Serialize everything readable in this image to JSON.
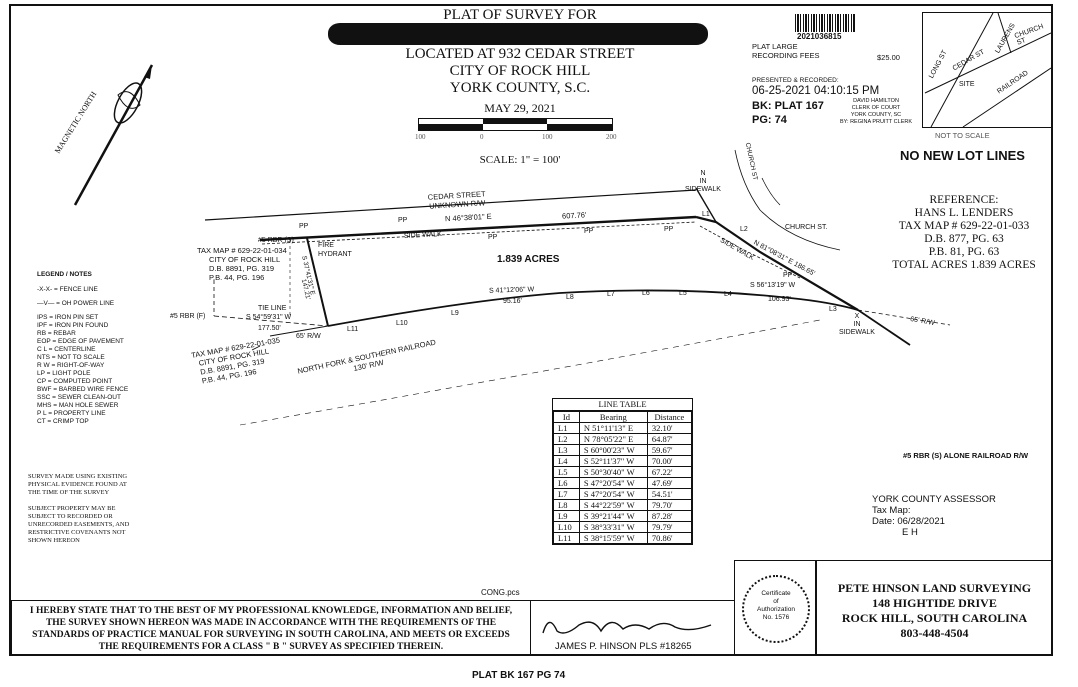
{
  "header": {
    "title": "PLAT OF SURVEY FOR",
    "location": "LOCATED AT 932 CEDAR STREET",
    "city": "CITY OF ROCK HILL",
    "county": "YORK COUNTY, S.C.",
    "date": "MAY 29, 2021",
    "scale": "SCALE: 1\" = 100'",
    "scale_ticks": [
      "100",
      "0",
      "100",
      "200"
    ]
  },
  "recording": {
    "barcode_number": "2021036815",
    "fees_label_1": "PLAT LARGE",
    "fees_label_2": "RECORDING FEES",
    "fee": "$25.00",
    "presented": "PRESENTED & RECORDED:",
    "datetime": "06-25-2021 04:10:15 PM",
    "book": "BK: PLAT 167",
    "page": "PG: 74",
    "clerk_name": "DAVID HAMILTON",
    "clerk_title": "CLERK OF COURT",
    "clerk_county": "YORK COUNTY, SC",
    "clerk_by": "BY: REGINA PRUITT CLERK"
  },
  "vicinity": {
    "streets": [
      "LAURENS",
      "CHURCH ST",
      "LONG ST",
      "CEDAR ST",
      "SITE",
      "RAILROAD"
    ],
    "not_to_scale": "NOT TO SCALE"
  },
  "notice": "NO NEW LOT LINES",
  "reference": {
    "lines": [
      "REFERENCE:",
      "HANS L. LENDERS",
      "TAX MAP # 629-22-01-033",
      "D.B. 877, PG. 63",
      "P.B. 81, PG. 63",
      "TOTAL ACRES 1.839 ACRES"
    ]
  },
  "north": {
    "label": "MAGNETIC NORTH"
  },
  "plat": {
    "street": "CEDAR STREET",
    "street_rw": "UNKNOWN R/W",
    "acres": "1.839 ACRES",
    "front_bearing": "N 46°38'01\" E",
    "front_distance": "607.76'",
    "side_walk": "SIDE WALK",
    "pp": "PP",
    "rbr_s": "#5 RBR (S)",
    "fire_hydrant_1": "FIRE",
    "fire_hydrant_2": "HYDRANT",
    "west_bearing": "S 37°41'31\" E",
    "west_distance": "147.21'",
    "tie_line": "TIE LINE",
    "tie_bearing": "S 54°59'31\" W",
    "tie_distance": "177.50'",
    "rbr_f": "#5 RBR (F)",
    "rw65": "65' R/W",
    "rail_bearing": "S 41°12'06\" W",
    "rail_distance": "95.16'",
    "rail_bearing_2": "S 56°13'19\" W",
    "rail_distance_2": "106.93'",
    "east_bearing": "N 81°08'31\" E",
    "east_distance": "186.65'",
    "railroad_1": "NORTH FORK & SOUTHERN RAILROAD",
    "railroad_2": "130' R/W",
    "church": "CHURCH ST.",
    "n_sidewalk_1": "N",
    "n_sidewalk_2": "IN",
    "n_sidewalk_3": "SIDEWALK",
    "x_sidewalk_1": "X",
    "x_sidewalk_2": "IN",
    "x_sidewalk_3": "SIDEWALK",
    "rw65_east": "65' R/W",
    "segment_labels": [
      "L1",
      "L2",
      "L3",
      "L4",
      "L5",
      "L6",
      "L7",
      "L8",
      "L9",
      "L10",
      "L11"
    ],
    "church_st_vertical": "CHURCH ST",
    "tax_map_top": [
      "TAX MAP # 629-22-01-034",
      "CITY OF ROCK HILL",
      "D.B. 8891, PG. 319",
      "P.B. 44, PG. 196"
    ],
    "tax_map_bottom": [
      "TAX MAP # 629-22-01-035",
      "CITY OF ROCK HILL",
      "D.B. 8891, PG. 319",
      "P.B. 44, PG. 196"
    ]
  },
  "legend": {
    "title": "LEGEND / NOTES",
    "items": [
      "-X-X- = FENCE LINE",
      "—V— = OH POWER LINE",
      "IPS = IRON PIN SET",
      "IPF = IRON PIN FOUND",
      "RB = REBAR",
      "EOP = EDGE OF PAVEMENT",
      "C L = CENTERLINE",
      "NTS = NOT TO SCALE",
      "R W = RIGHT-OF-WAY",
      "LP = LIGHT POLE",
      "CP = COMPUTED POINT",
      "BWF = BARBED WIRE FENCE",
      "SSC = SEWER CLEAN-OUT",
      "MHS = MAN HOLE SEWER",
      "P L = PROPERTY LINE",
      "CT = CRIMP TOP"
    ]
  },
  "notes": {
    "n1": [
      "SURVEY MADE USING EXISTING",
      "PHYSICAL EVIDENCE FOUND AT",
      "THE TIME OF THE SURVEY"
    ],
    "n2": [
      "SUBJECT PROPERTY MAY BE",
      "SUBJECT TO RECORDED OR",
      "UNRECORDED EASEMENTS, AND",
      "RESTRICTIVE COVENANTS NOT",
      "SHOWN HEREON"
    ]
  },
  "line_table": {
    "title": "LINE TABLE",
    "headers": [
      "Id",
      "Bearing",
      "Distance"
    ],
    "rows": [
      [
        "L1",
        "N 51°11'13\" E",
        "32.10'"
      ],
      [
        "L2",
        "N 78°05'22\" E",
        "64.87'"
      ],
      [
        "L3",
        "S 60°00'23\" W",
        "59.67'"
      ],
      [
        "L4",
        "S 52°11'37\" W",
        "70.00'"
      ],
      [
        "L5",
        "S 50°30'40\" W",
        "67.22'"
      ],
      [
        "L6",
        "S 47°20'54\" W",
        "47.69'"
      ],
      [
        "L7",
        "S 47°20'54\" W",
        "54.51'"
      ],
      [
        "L8",
        "S 44°22'59\" W",
        "79.70'"
      ],
      [
        "L9",
        "S 39°21'44\" W",
        "87.28'"
      ],
      [
        "L10",
        "S 38°33'31\" W",
        "79.79'"
      ],
      [
        "L11",
        "S 38°15'59\" W",
        "70.86'"
      ]
    ]
  },
  "rbr_alone": "#5 RBR (S) ALONE RAILROAD R/W",
  "assessor": {
    "title": "YORK COUNTY ASSESSOR",
    "tax_map": "Tax Map:",
    "date": "Date: 06/28/2021",
    "initials": "E H"
  },
  "file_name": "CONG.pcs",
  "statement": [
    "I HEREBY STATE THAT TO THE BEST OF MY PROFESSIONAL KNOWLEDGE, INFORMATION AND BELIEF,",
    "THE SURVEY SHOWN HEREON WAS MADE IN ACCORDANCE WITH THE REQUIREMENTS OF THE",
    "STANDARDS OF PRACTICE MANUAL FOR SURVEYING IN SOUTH CAROLINA, AND MEETS OR EXCEEDS",
    "THE REQUIREMENTS FOR A CLASS \" B \" SURVEY AS SPECIFIED THEREIN."
  ],
  "surveyor": "JAMES P. HINSON PLS #18265",
  "seal": {
    "line1": "Certificate",
    "line2": "of",
    "line3": "Authorization",
    "line4": "No. 1576"
  },
  "company": {
    "name": "PETE HINSON LAND SURVEYING",
    "address": "148 HIGHTIDE DRIVE",
    "city": "ROCK HILL, SOUTH CAROLINA",
    "phone": "803-448-4504"
  },
  "footer": "PLAT BK 167 PG 74"
}
